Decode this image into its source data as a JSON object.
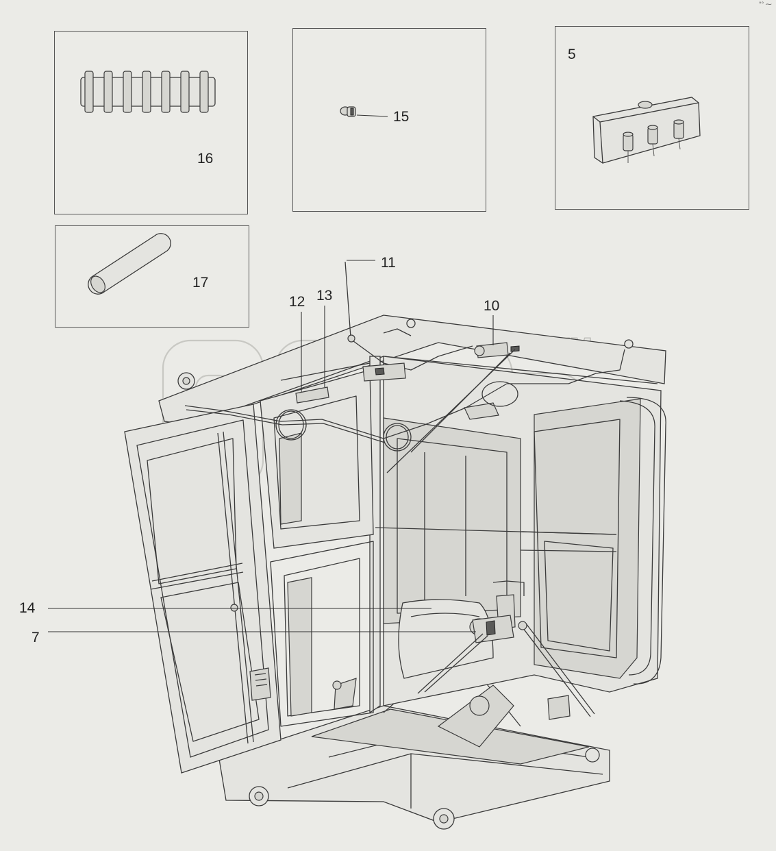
{
  "watermark": {
    "tm": "TM"
  },
  "panels": {
    "roller": {
      "label": "16"
    },
    "fitting": {
      "label": "15"
    },
    "relay_block": {
      "label": "5"
    },
    "tube": {
      "label": "17"
    }
  },
  "callouts": {
    "antenna": "11",
    "harness_clip": "12",
    "cable": "13",
    "wiper_motor_top": "10",
    "side_rod": "14",
    "wiper_motor_rear": "7"
  },
  "corner_mark": "°° ⁓"
}
